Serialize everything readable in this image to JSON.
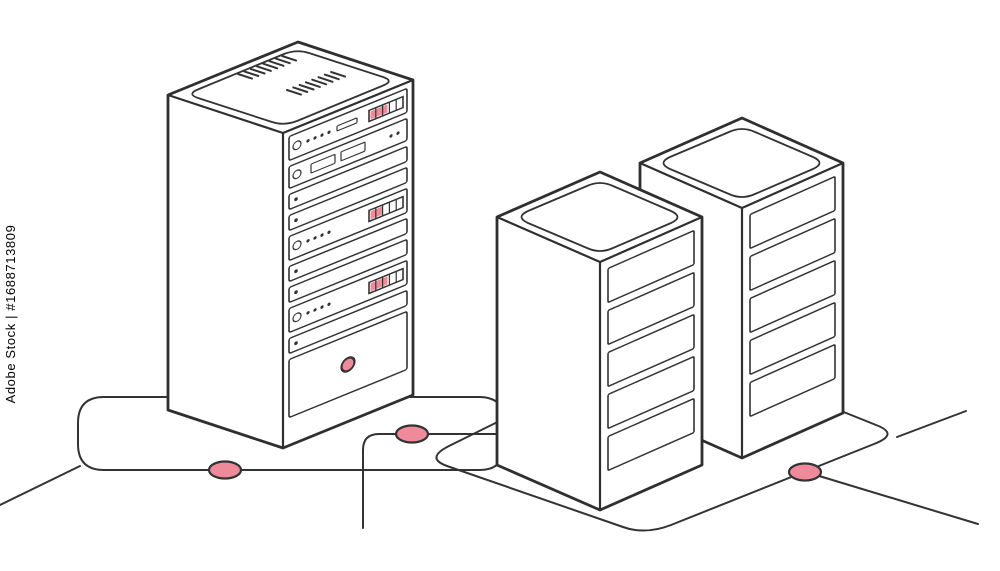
{
  "watermark": {
    "text": "Adobe Stock | #1688713809"
  },
  "scene": {
    "description": "Isometric outline illustration of three data center server racks standing on looping network cables with pink connection nodes",
    "colors": {
      "background": "#ffffff",
      "outline": "#333333",
      "accent_pink": "#ef8a9b"
    },
    "racks": {
      "rack_count": 3,
      "left_rack_unit_rows": 10,
      "right_rack_slat_panels_each": 5
    },
    "network": {
      "node_count": 3
    }
  }
}
